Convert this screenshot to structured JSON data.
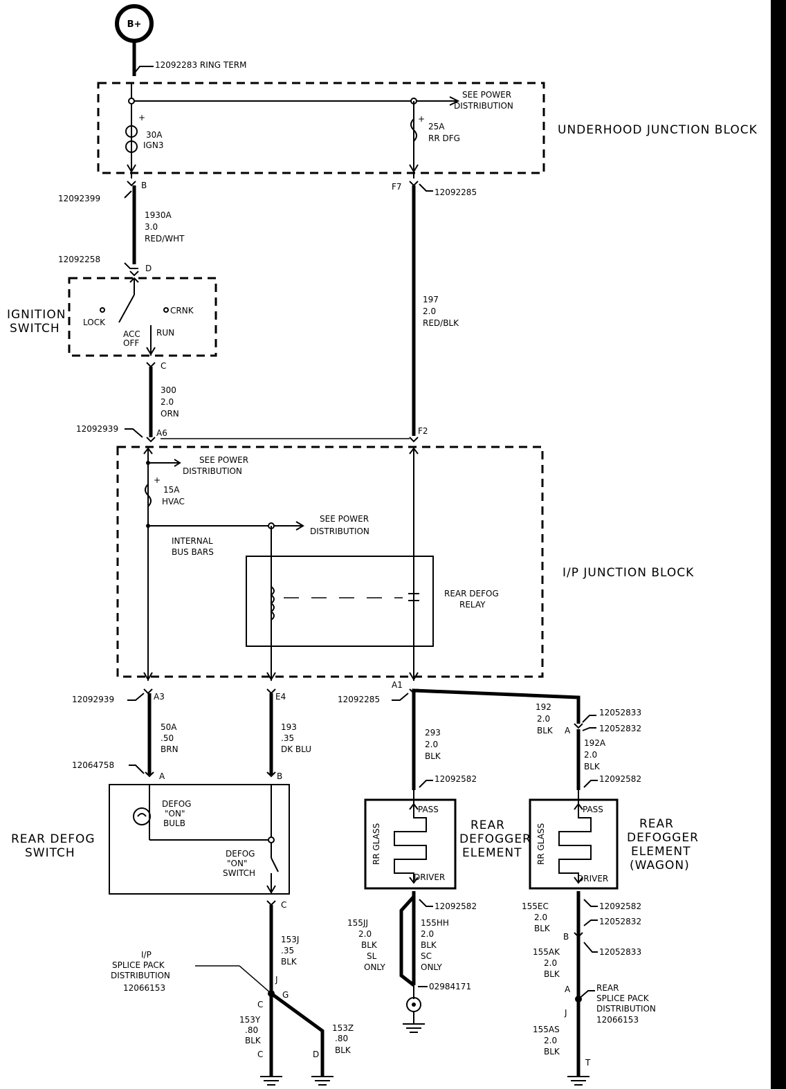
{
  "battery": {
    "label": "B+"
  },
  "underhood": {
    "title": "UNDERHOOD JUNCTION BLOCK",
    "ring_term": "12092283  RING TERM",
    "see_power_1": "SEE POWER",
    "see_power_2": "DISTRIBUTION",
    "fuse_ign_amp": "30A",
    "fuse_ign_name": "IGN3",
    "fuse_rr_amp": "25A",
    "fuse_rr_name": "RR DFG",
    "conn_b": "B",
    "conn_b_part": "12092399",
    "conn_f7": "F7",
    "conn_f7_part": "12092285"
  },
  "wires": {
    "w1930a": [
      "1930A",
      "3.0",
      "RED/WHT"
    ],
    "w197": [
      "197",
      "2.0",
      "RED/BLK"
    ],
    "w300": [
      "300",
      "2.0",
      "ORN"
    ],
    "w50a": [
      "50A",
      ".50",
      "BRN"
    ],
    "w193": [
      "193",
      ".35",
      "DK BLU"
    ],
    "w293": [
      "293",
      "2.0",
      "BLK"
    ],
    "w192": [
      "192",
      "2.0",
      "BLK"
    ],
    "w192a": [
      "192A",
      "2.0",
      "BLK"
    ],
    "w155jj": [
      "155JJ",
      "2.0",
      "BLK",
      "SL",
      "ONLY"
    ],
    "w155hh": [
      "155HH",
      "2.0",
      "BLK",
      "SC",
      "ONLY"
    ],
    "w155ec": [
      "155EC",
      "2.0",
      "BLK"
    ],
    "w155ak": [
      "155AK",
      "2.0",
      "BLK"
    ],
    "w155as": [
      "155AS",
      "2.0",
      "BLK"
    ],
    "w153j": [
      "153J",
      ".35",
      "BLK"
    ],
    "w153y": [
      "153Y",
      ".80",
      "BLK"
    ],
    "w153z": [
      "153Z",
      ".80",
      "BLK"
    ]
  },
  "ignition": {
    "title_1": "IGNITION",
    "title_2": "SWITCH",
    "lock": "LOCK",
    "crnk": "CRNK",
    "acc": "ACC",
    "off": "OFF",
    "run": "RUN",
    "conn_d": "D",
    "conn_d_part": "12092258",
    "conn_c": "C"
  },
  "ip": {
    "title": "I/P  JUNCTION  BLOCK",
    "see_power_1": "SEE POWER",
    "see_power_2": "DISTRIBUTION",
    "see_power_3": "SEE POWER",
    "see_power_4": "DISTRIBUTION",
    "fuse_amp": "15A",
    "fuse_name": "HVAC",
    "bus_1": "INTERNAL",
    "bus_2": "BUS BARS",
    "relay_1": "REAR DEFOG",
    "relay_2": "RELAY",
    "conn_a6": "A6",
    "conn_a6_part": "12092939",
    "conn_f2": "F2",
    "conn_a3": "A3",
    "conn_a3_part": "12092939",
    "conn_e4": "E4",
    "conn_a1": "A1",
    "conn_a1_part": "12092285"
  },
  "defog_switch": {
    "title_1": "REAR  DEFOG",
    "title_2": "SWITCH",
    "bulb_1": "DEFOG",
    "bulb_2": "\"ON\"",
    "bulb_3": "BULB",
    "sw_1": "DEFOG",
    "sw_2": "\"ON\"",
    "sw_3": "SWITCH",
    "conn_a": "A",
    "conn_a_part": "12064758",
    "conn_b": "B",
    "conn_c": "C"
  },
  "splice_ip": {
    "l1": "I/P",
    "l2": "SPLICE PACK",
    "l3": "DISTRIBUTION",
    "l4": "12066153",
    "j": "J",
    "g": "G",
    "c": "C",
    "c2": "C",
    "d": "D"
  },
  "element": {
    "title_1": "REAR",
    "title_2": "DEFOGGER",
    "title_3": "ELEMENT",
    "glass": "RR GLASS",
    "pass": "PASS",
    "driver": "DRIVER",
    "part_top": "12092582",
    "part_bottom": "12092582",
    "ground_part": "02984171"
  },
  "wagon": {
    "title_1": "REAR",
    "title_2": "DEFOGGER",
    "title_3": "ELEMENT",
    "title_4": "(WAGON)",
    "glass": "RR GLASS",
    "pass": "PASS",
    "driver": "DRIVER",
    "part_top": "12092582",
    "conn_a": "A",
    "conn_a_part_1": "12052833",
    "conn_a_part_2": "12052832",
    "part_bottom": "12092582",
    "conn_b": "B",
    "conn_b_part_1": "12052832",
    "conn_b_part_2": "12052833",
    "splice_a": "A",
    "splice_1": "REAR",
    "splice_2": "SPLICE PACK",
    "splice_3": "DISTRIBUTION",
    "splice_4": "12066153",
    "splice_j": "J",
    "splice_t": "T"
  }
}
